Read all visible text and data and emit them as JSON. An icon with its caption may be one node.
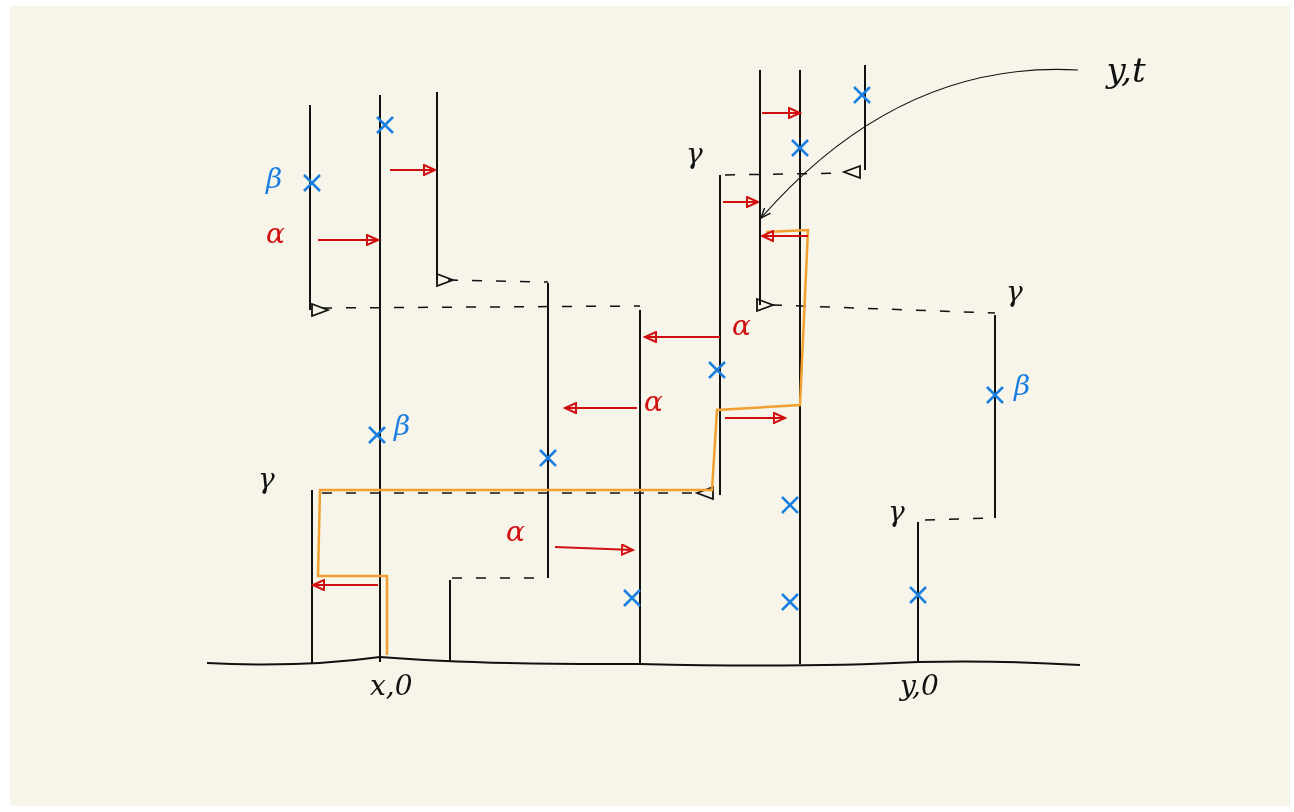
{
  "diagram": {
    "nodes": [
      {
        "text": [
          "y,t"
        ]
      },
      {
        "text": [],
        "shape": "bar"
      }
    ],
    "edges": [
      {
        "from": 0,
        "to": 1,
        "arrow": "to"
      }
    ],
    "labels": [
      "γ",
      "β",
      "α",
      "γ",
      "α",
      "β",
      "α",
      "β",
      "γ",
      "γ",
      "α",
      "x,0",
      "y,0"
    ]
  }
}
